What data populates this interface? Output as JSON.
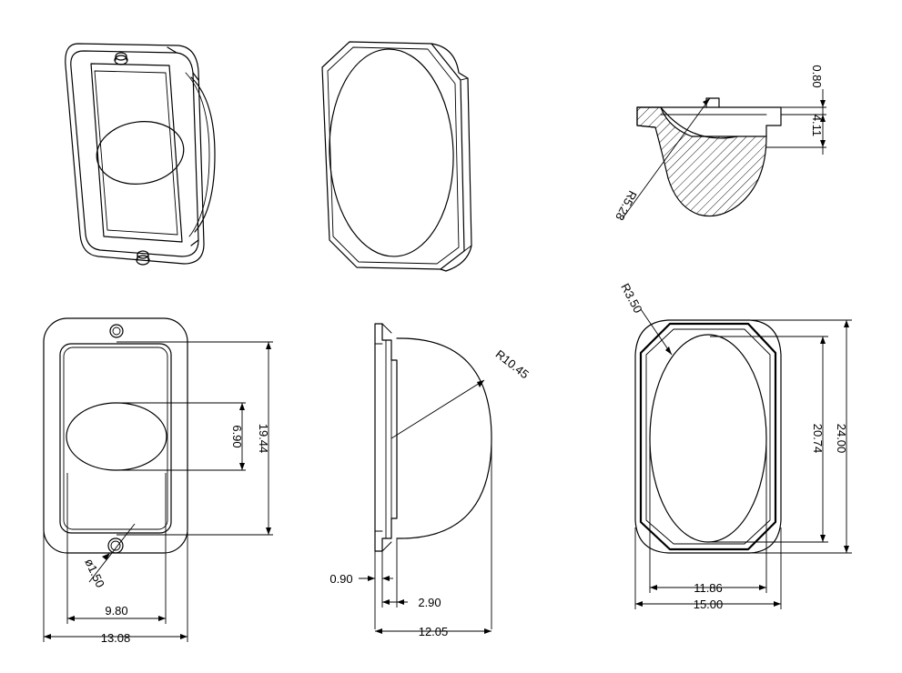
{
  "dimensions": {
    "top_right_thickness": "0.80",
    "top_right_height": "4.11",
    "top_right_radius": "R5.28",
    "front_left_hole_pitch": "19.44",
    "front_left_lens_height": "6.90",
    "front_left_hole_dia": "ø1.50",
    "front_left_inner_width": "9.80",
    "front_left_outer_width": "13.08",
    "side_radius": "R10.45",
    "side_flange": "0.90",
    "side_base": "2.90",
    "side_total": "12.05",
    "back_corner_radius": "R3.50",
    "back_outer_height": "24.00",
    "back_inner_height": "20.74",
    "back_inner_width": "11.86",
    "back_outer_width": "15.00"
  },
  "colors": {
    "line": "#000000",
    "background": "#ffffff"
  }
}
